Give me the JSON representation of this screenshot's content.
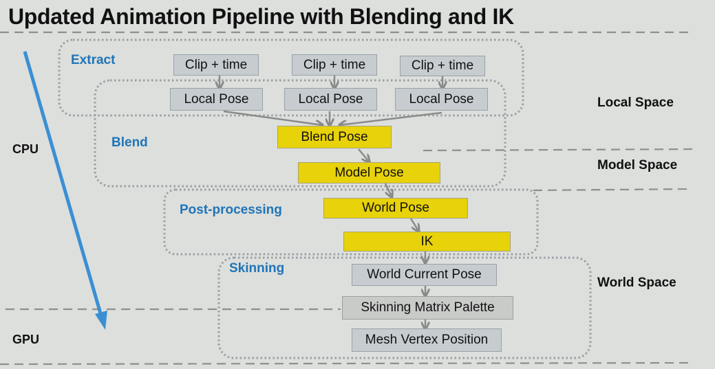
{
  "title": "Updated Animation Pipeline with Blending and IK",
  "colors": {
    "background": "#dcdfdc",
    "stage_label": "#1f74b8",
    "timeline_arrow": "#3a8fd4",
    "highlight_node": "#e8d20a",
    "grey_node": "#c6ccd0",
    "connector": "#8a8a8a"
  },
  "processors": {
    "cpu": "CPU",
    "gpu": "GPU"
  },
  "stages": {
    "extract": "Extract",
    "blend": "Blend",
    "post_processing": "Post-processing",
    "skinning": "Skinning"
  },
  "spaces": {
    "local": "Local Space",
    "model": "Model Space",
    "world": "World Space"
  },
  "nodes": {
    "clip_time_1": "Clip + time",
    "clip_time_2": "Clip + time",
    "clip_time_3": "Clip + time",
    "local_pose_1": "Local Pose",
    "local_pose_2": "Local Pose",
    "local_pose_3": "Local Pose",
    "blend_pose": "Blend Pose",
    "model_pose": "Model  Pose",
    "world_pose": "World  Pose",
    "ik": "IK",
    "world_current_pose": "World Current Pose",
    "skinning_matrix_palette": "Skinning Matrix Palette",
    "mesh_vertex_position": "Mesh Vertex Position"
  }
}
